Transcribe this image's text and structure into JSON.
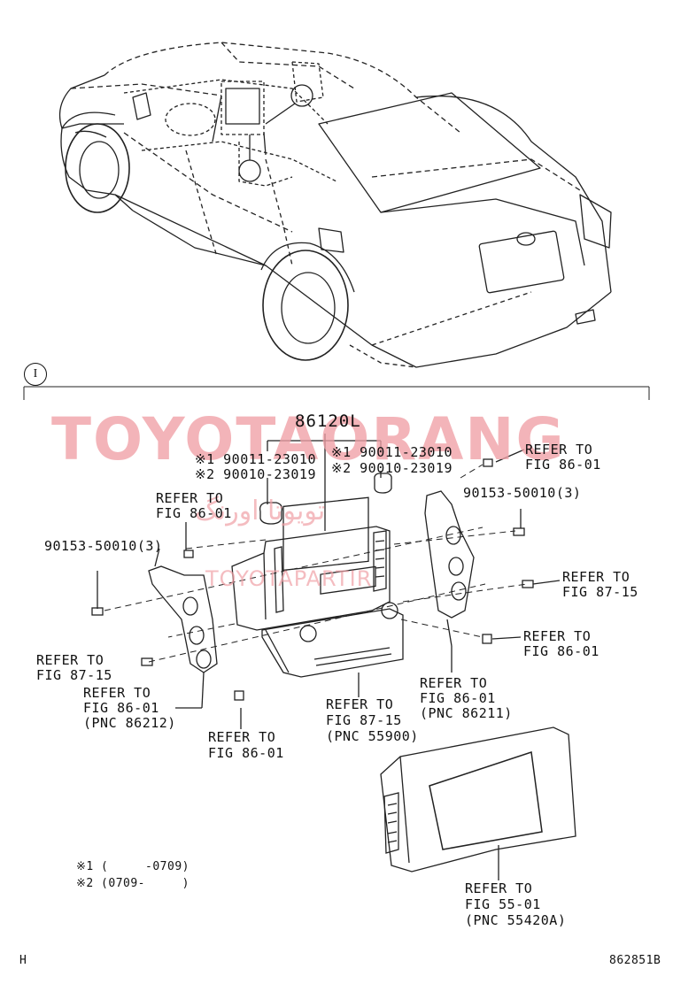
{
  "watermark": {
    "main": "TOYOTAORANG",
    "arabic": "تويوتا اورنگ",
    "sub": "TOYOTAPARTIR"
  },
  "callout_marker": "I",
  "assembly_number": "86120L",
  "labels": {
    "left_note1": "※1 90011-23010",
    "left_note2": "※2 90010-23019",
    "right_note1": "※1 90011-23010",
    "right_note2": "※2 90010-23019",
    "refer_tl_1": "REFER TO",
    "refer_tl_2": "FIG 86-01",
    "refer_tr_1": "REFER TO",
    "refer_tr_2": "FIG 86-01",
    "part_right_bolt": "90153-50010(3)",
    "part_left_bolt": "90153-50010(3)",
    "refer_r8715_1": "REFER TO",
    "refer_r8715_2": "FIG 87-15",
    "refer_r8601_1": "REFER TO",
    "refer_r8601_2": "FIG 86-01",
    "refer_l8715_1": "REFER TO",
    "refer_l8715_2": "FIG 87-15",
    "refer_l86212_1": "REFER TO",
    "refer_l86212_2": "FIG 86-01",
    "refer_l86212_3": "(PNC 86212)",
    "refer_bl_1": "REFER TO",
    "refer_bl_2": "FIG 86-01",
    "refer_c55900_1": "REFER TO",
    "refer_c55900_2": "FIG 87-15",
    "refer_c55900_3": "(PNC 55900)",
    "refer_r86211_1": "REFER TO",
    "refer_r86211_2": "FIG 86-01",
    "refer_r86211_3": "(PNC 86211)",
    "refer_b55420_1": "REFER TO",
    "refer_b55420_2": "FIG 55-01",
    "refer_b55420_3": "(PNC 55420A)"
  },
  "footnotes": {
    "n1": "※1 (     -0709)",
    "n2": "※2 (0709-     )"
  },
  "footer": {
    "left": "H",
    "right": "862851B"
  }
}
